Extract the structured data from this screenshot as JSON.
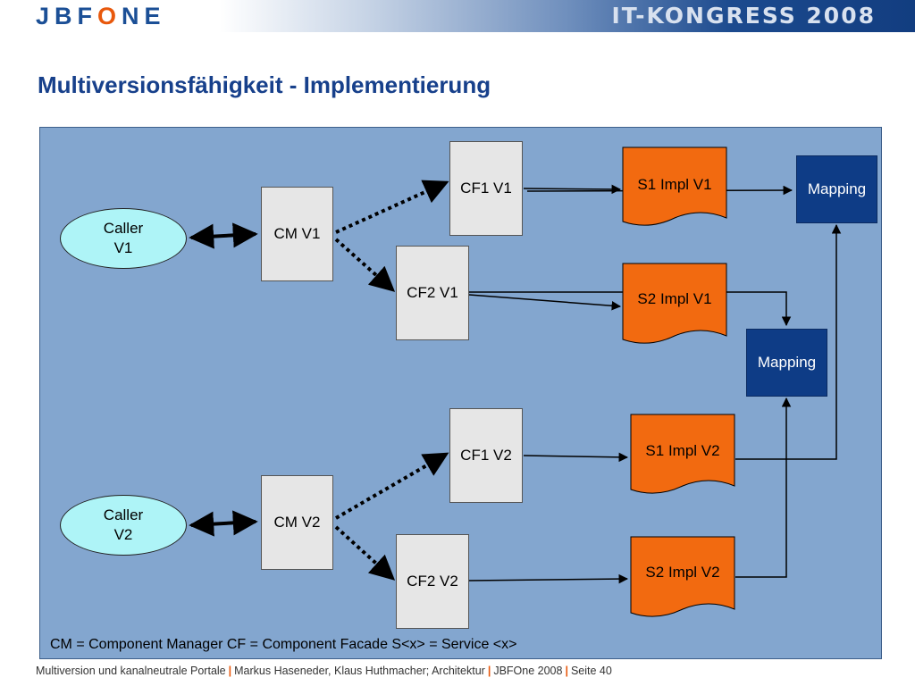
{
  "header": {
    "logo_left": "JBF",
    "logo_o": "O",
    "logo_right": "NE",
    "event": "IT-KONGRESS 2008"
  },
  "title": "Multiversionsfähigkeit - Implementierung",
  "diagram": {
    "callers": [
      {
        "line1": "Caller",
        "line2": "V1"
      },
      {
        "line1": "Caller",
        "line2": "V2"
      }
    ],
    "managers": [
      "CM V1",
      "CM V2"
    ],
    "facades": [
      "CF1 V1",
      "CF2 V1",
      "CF1 V2",
      "CF2 V2"
    ],
    "services": [
      "S1 Impl V1",
      "S2 Impl V1",
      "S1 Impl V2",
      "S2 Impl V2"
    ],
    "mappings": [
      "Mapping",
      "Mapping"
    ],
    "legend": "CM = Component Manager   CF = Component Facade   S<x> = Service <x>"
  },
  "colors": {
    "panel": "#83a6cf",
    "mapping": "#0e3c86",
    "service": "#f26a10",
    "caller": "#aef4f7",
    "title": "#17408b"
  },
  "footer": {
    "part1": "Multiversion und kanalneutrale Portale",
    "part2": "Markus Haseneder, Klaus Huthmacher; Architektur",
    "part3": "JBFOne 2008",
    "part4": "Seite 40"
  }
}
